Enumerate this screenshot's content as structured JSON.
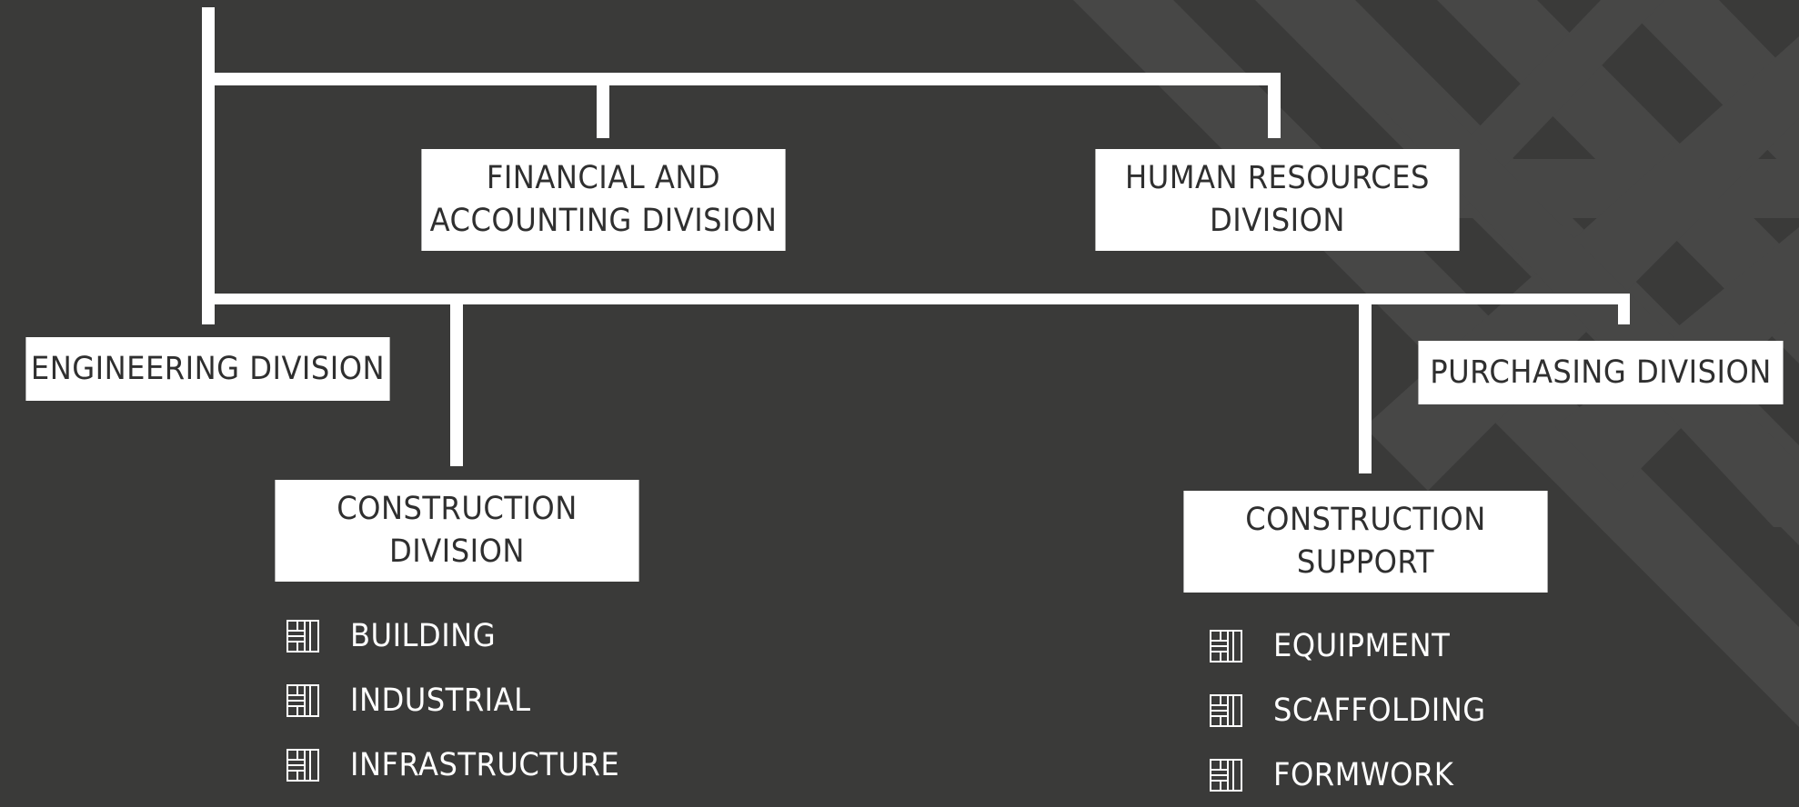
{
  "colors": {
    "background": "#3a3a39",
    "lines": "#ffffff",
    "box_fill": "#ffffff",
    "box_text": "#2f2f2f",
    "list_text": "#ffffff"
  },
  "nodes": {
    "financial": {
      "label": "FINANCIAL AND\nACCOUNTING DIVISION"
    },
    "human_resources": {
      "label": "HUMAN RESOURCES\nDIVISION"
    },
    "engineering": {
      "label": "ENGINEERING DIVISION"
    },
    "purchasing": {
      "label": "PURCHASING DIVISION"
    },
    "construction_division": {
      "label": "CONSTRUCTION\nDIVISION",
      "items": [
        "BUILDING",
        "INDUSTRIAL",
        "INFRASTRUCTURE"
      ]
    },
    "construction_support": {
      "label": "CONSTRUCTION\nSUPPORT",
      "items": [
        "EQUIPMENT",
        "SCAFFOLDING",
        "FORMWORK"
      ]
    }
  },
  "list_icon": "grid-block-icon"
}
